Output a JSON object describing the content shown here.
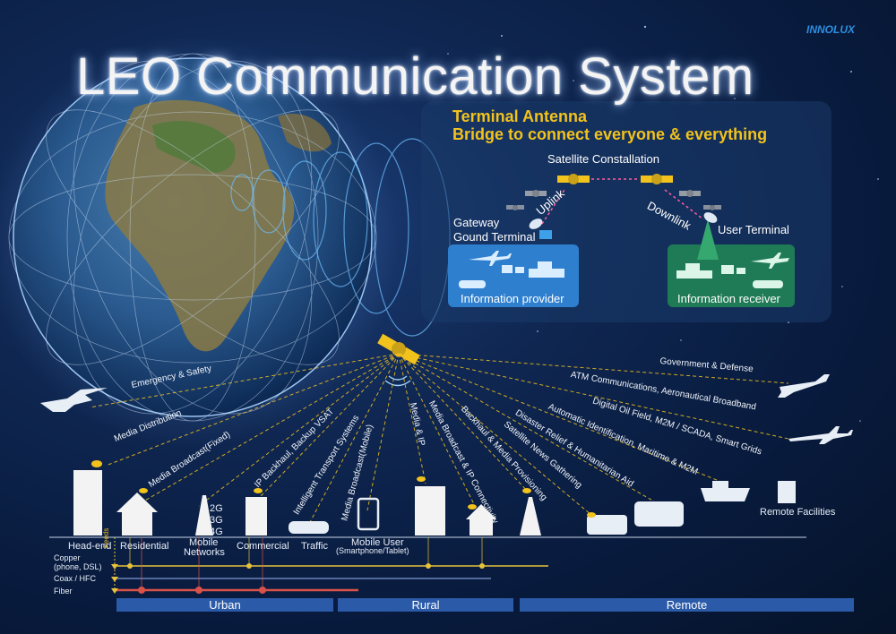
{
  "title": "LEO Communication System",
  "logo": "INNOLUX",
  "panel": {
    "heading_1": "Terminal Antenna",
    "heading_2": "Bridge to connect everyone & everything",
    "constellation": "Satellite Constallation",
    "uplink": "Uplink",
    "downlink": "Downlink",
    "gateway_1": "Gateway",
    "gateway_2": "Gound Terminal",
    "user_terminal": "User Terminal",
    "provider": "Information provider",
    "receiver": "Information receiver"
  },
  "services": {
    "emergency": "Emergency & Safety",
    "media_distribution": "Media Distribution",
    "media_broadcast_fixed": "Media Broadcast(Fixed)",
    "ip_backhaul": "IP Backhaul, Backup VSAT",
    "intelligent_transport": "Intelligent Transport Systems",
    "media_broadcast_mobile": "Media Broadcast(Mobile)",
    "media_ip": "Media & IP",
    "media_broadcast_ip": "Media Broadcast & IP Connectivity",
    "backhaul_media": "Backhaul & Media Provisioning",
    "sng": "Satellite News Gathering",
    "disaster": "Disaster Relief & Humanitarian Aid",
    "ais": "Automatic Identification, Maritime & M2M",
    "oil": "Digital Oil Field, M2M / SCADA, Smart Grids",
    "atm": "ATM Communications, Aeronautical Broadband",
    "gov": "Government & Defense"
  },
  "ground": {
    "headend": "Head-end",
    "residential": "Residential",
    "mobile_networks_1": "Mobile",
    "mobile_networks_2": "Networks",
    "commercial": "Commercial",
    "traffic": "Traffic",
    "mobile_user_1": "Mobile User",
    "mobile_user_2": "(Smartphone/Tablet)",
    "remote_facilities": "Remote Facilities",
    "g2": "2G",
    "g3": "3G",
    "g4": "4G",
    "feeds": "Feeds"
  },
  "legend": {
    "copper_1": "Copper",
    "copper_2": "(phone, DSL)",
    "coax": "Coax / HFC",
    "fiber": "Fiber"
  },
  "regions": {
    "urban": "Urban",
    "rural": "Rural",
    "remote": "Remote"
  },
  "colors": {
    "accent_yellow": "#f2c21d",
    "provider_blue": "#2f7fcf",
    "receiver_green": "#1f7a56",
    "region_bar": "#2b5aa8",
    "copper_line": "#e6c23a",
    "coax_line": "#6a83b8",
    "fiber_line": "#d9524a"
  }
}
